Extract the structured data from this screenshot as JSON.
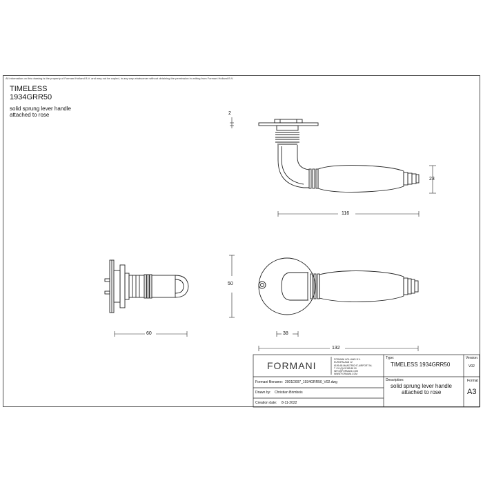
{
  "notice": "All information on this drawing is the property of Formani Holland B.V. and may not be copied, in any way whatsoever without obtaining the permission in writing from Formani Holland B.V.",
  "title": {
    "line1": "TIMELESS",
    "line2": "1934GRR50"
  },
  "description": {
    "line1": "solid sprung lever handle",
    "line2": "attached to rose"
  },
  "dimensions": {
    "rose_thickness": "2",
    "lever_height": "23",
    "lever_length": "116",
    "rose_diameter": "50",
    "projection": "60",
    "rose_to_handle": "38",
    "overall_length": "132"
  },
  "title_block": {
    "logo": "FORMANI",
    "address": [
      "FORMANI HOLLAND B.V.",
      "EUROPALAAN 12",
      "6199 AB MAASTRICHT-AIRPORT NL",
      "T +31 (0)43 359 88 00",
      "INFO@FORMANI.COM",
      "WWW.FORMANI.COM"
    ],
    "type_label": "Type:",
    "type_value": "TIMELESS 1934GRR50",
    "version_label": "Version:",
    "version_value": "V02",
    "filename_label": "Formani filename:",
    "filename_value": "2001D007_1934GRR50_V02.dwg",
    "description_label": "Description:",
    "description_value1": "solid sprung lever handle",
    "description_value2": "attached to rose",
    "format_label": "Format",
    "format_value": "A3",
    "drawn_label": "Drawn by:",
    "drawn_value": "Christian Brimbois",
    "creation_label": "Creation date:",
    "creation_value": "8-11-2022"
  }
}
